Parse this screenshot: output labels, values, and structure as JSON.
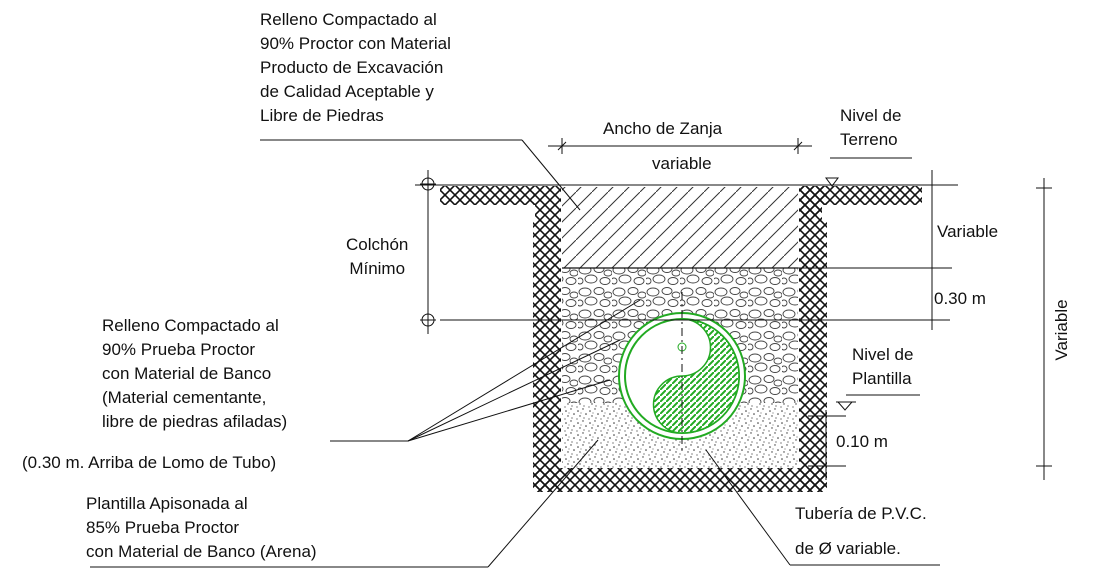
{
  "labels": {
    "relleno_top": [
      "Relleno Compactado al",
      "90% Proctor con Material",
      "Producto de Excavación",
      "de Calidad Aceptable y",
      "Libre de Piedras"
    ],
    "ancho_zanja": "Ancho de Zanja",
    "ancho_value": "variable",
    "nivel_terreno": [
      "Nivel de",
      "Terreno"
    ],
    "colchon": [
      "Colchón",
      "Mínimo"
    ],
    "variable_right": "Variable",
    "dim_030": "0.30 m",
    "relleno_banco": [
      "Relleno Compactado al",
      "90% Prueba Proctor",
      "con Material de Banco",
      "(Material cementante,",
      "libre de piedras afiladas)"
    ],
    "arriba_lomo": "(0.30 m. Arriba de Lomo de Tubo)",
    "nivel_plantilla": [
      "Nivel de",
      "Plantilla"
    ],
    "dim_010": "0.10 m",
    "variable_total": "Variable",
    "plantilla": [
      "Plantilla Apisonada al",
      "85% Prueba Proctor",
      "con Material de Banco (Arena)"
    ],
    "tuberia": [
      "Tubería de P.V.C.",
      "de Ø variable."
    ]
  },
  "colors": {
    "line": "#111111",
    "pipe": "#22aa22"
  }
}
